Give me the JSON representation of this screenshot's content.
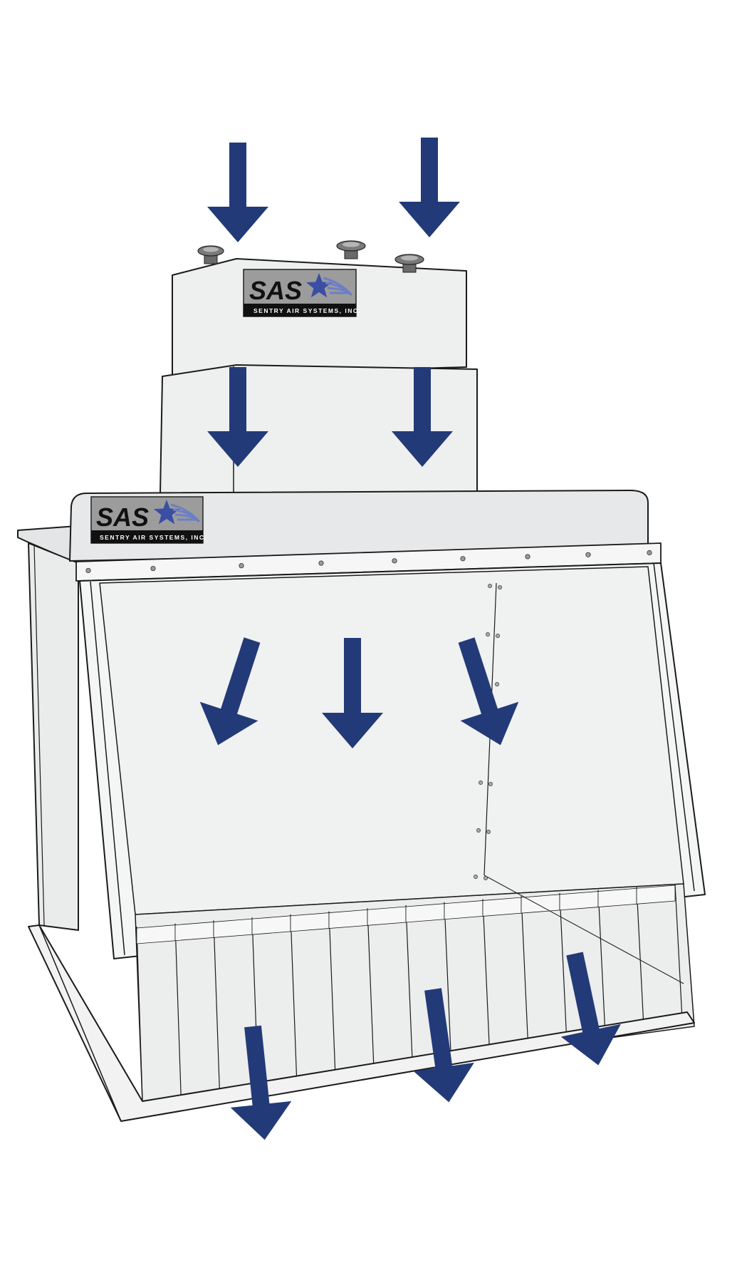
{
  "logos": [
    {
      "id": "top",
      "main": "SAS",
      "sub": "SENTRY AIR SYSTEMS, INC."
    },
    {
      "id": "hood",
      "main": "SAS",
      "sub": "SENTRY AIR SYSTEMS, INC."
    }
  ],
  "colors": {
    "arrow": "#233a78",
    "panel": "#eeefef",
    "panel_dark": "#e2e3e4",
    "outline": "#1b1b1b",
    "logo_bg": "#9c9c9c",
    "logo_band": "#111111",
    "logo_star": "#3a4fa3",
    "rod": "#555555"
  },
  "airflow_arrows": [
    {
      "id": "intake-left",
      "direction": "down"
    },
    {
      "id": "intake-right",
      "direction": "down"
    },
    {
      "id": "filter-left",
      "direction": "down"
    },
    {
      "id": "filter-right",
      "direction": "down"
    },
    {
      "id": "hood-left",
      "direction": "down-left"
    },
    {
      "id": "hood-center",
      "direction": "down"
    },
    {
      "id": "hood-right",
      "direction": "down-right"
    },
    {
      "id": "exit-left",
      "direction": "down"
    },
    {
      "id": "exit-center",
      "direction": "down"
    },
    {
      "id": "exit-right",
      "direction": "down"
    }
  ]
}
